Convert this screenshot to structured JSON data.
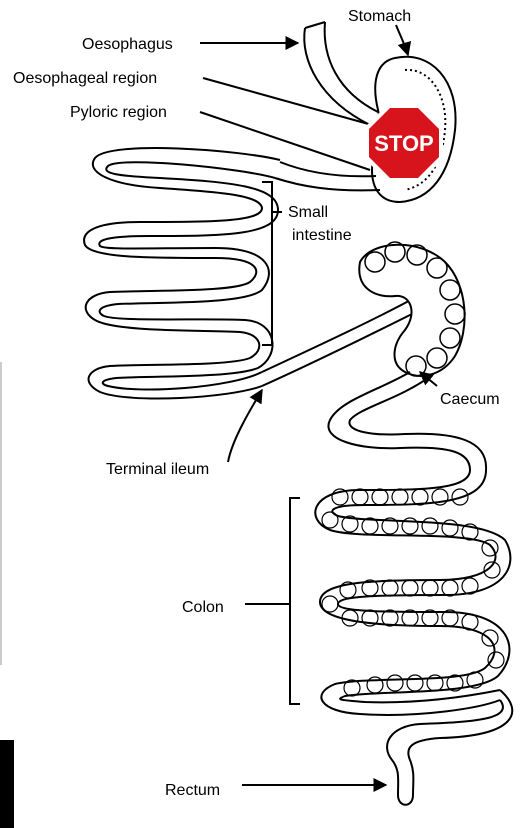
{
  "labels": {
    "stomach": "Stomach",
    "oesophagus": "Oesophagus",
    "oesophageal_region": "Oesophageal region",
    "pyloric_region": "Pyloric region",
    "small_intestine_line1": "Small",
    "small_intestine_line2": "intestine",
    "caecum": "Caecum",
    "terminal_ileum": "Terminal ileum",
    "colon": "Colon",
    "rectum": "Rectum"
  },
  "sign": {
    "text": "STOP",
    "color": "#d7141b"
  }
}
